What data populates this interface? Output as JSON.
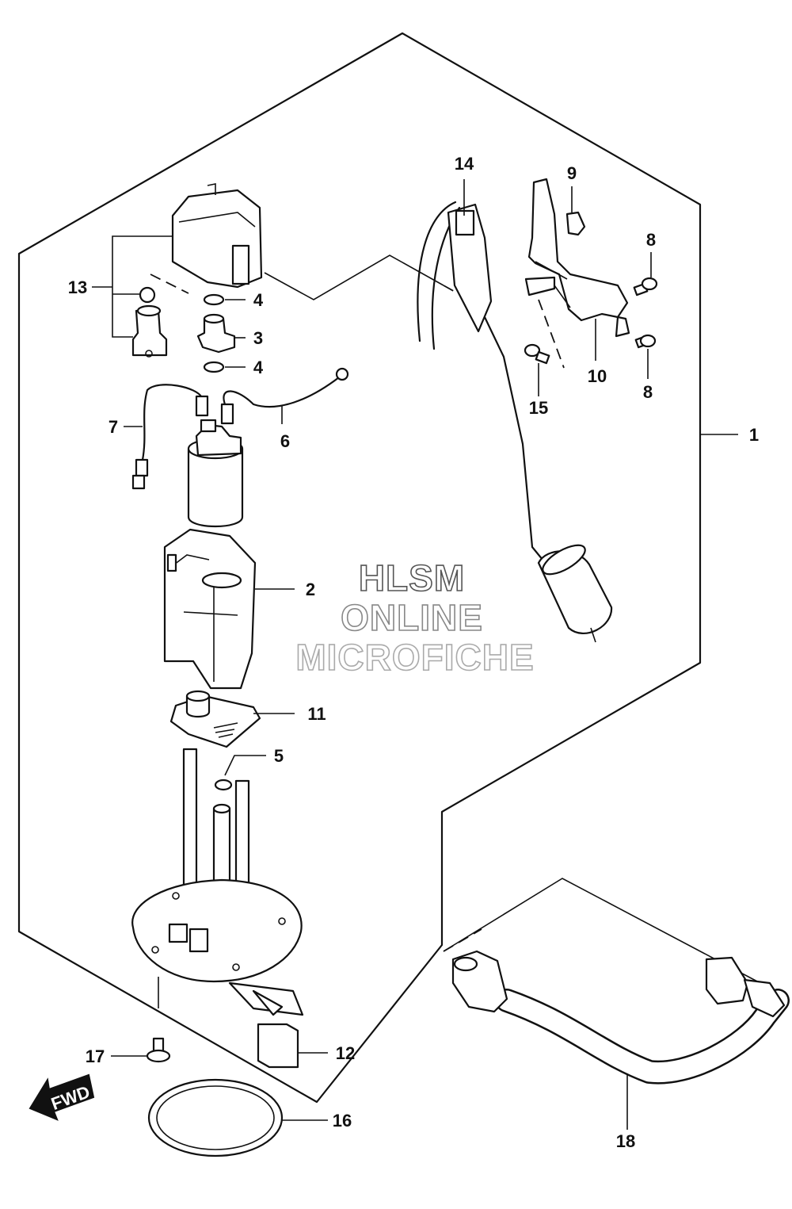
{
  "callouts": {
    "c1": "1",
    "c2": "2",
    "c3": "3",
    "c4a": "4",
    "c4b": "4",
    "c5": "5",
    "c6": "6",
    "c7": "7",
    "c8a": "8",
    "c8b": "8",
    "c9": "9",
    "c10": "10",
    "c11": "11",
    "c12": "12",
    "c13": "13",
    "c14": "14",
    "c15": "15",
    "c16": "16",
    "c17": "17",
    "c18": "18"
  },
  "watermark": {
    "line1": "HLSM",
    "line2": "ONLINE",
    "line3": "MICROFICHE"
  },
  "fwd_arrow": {
    "label": "FWD"
  },
  "colors": {
    "line": "#111111",
    "watermark1": "#555555",
    "watermark2": "#888888",
    "watermark3": "#aaaaaa"
  }
}
